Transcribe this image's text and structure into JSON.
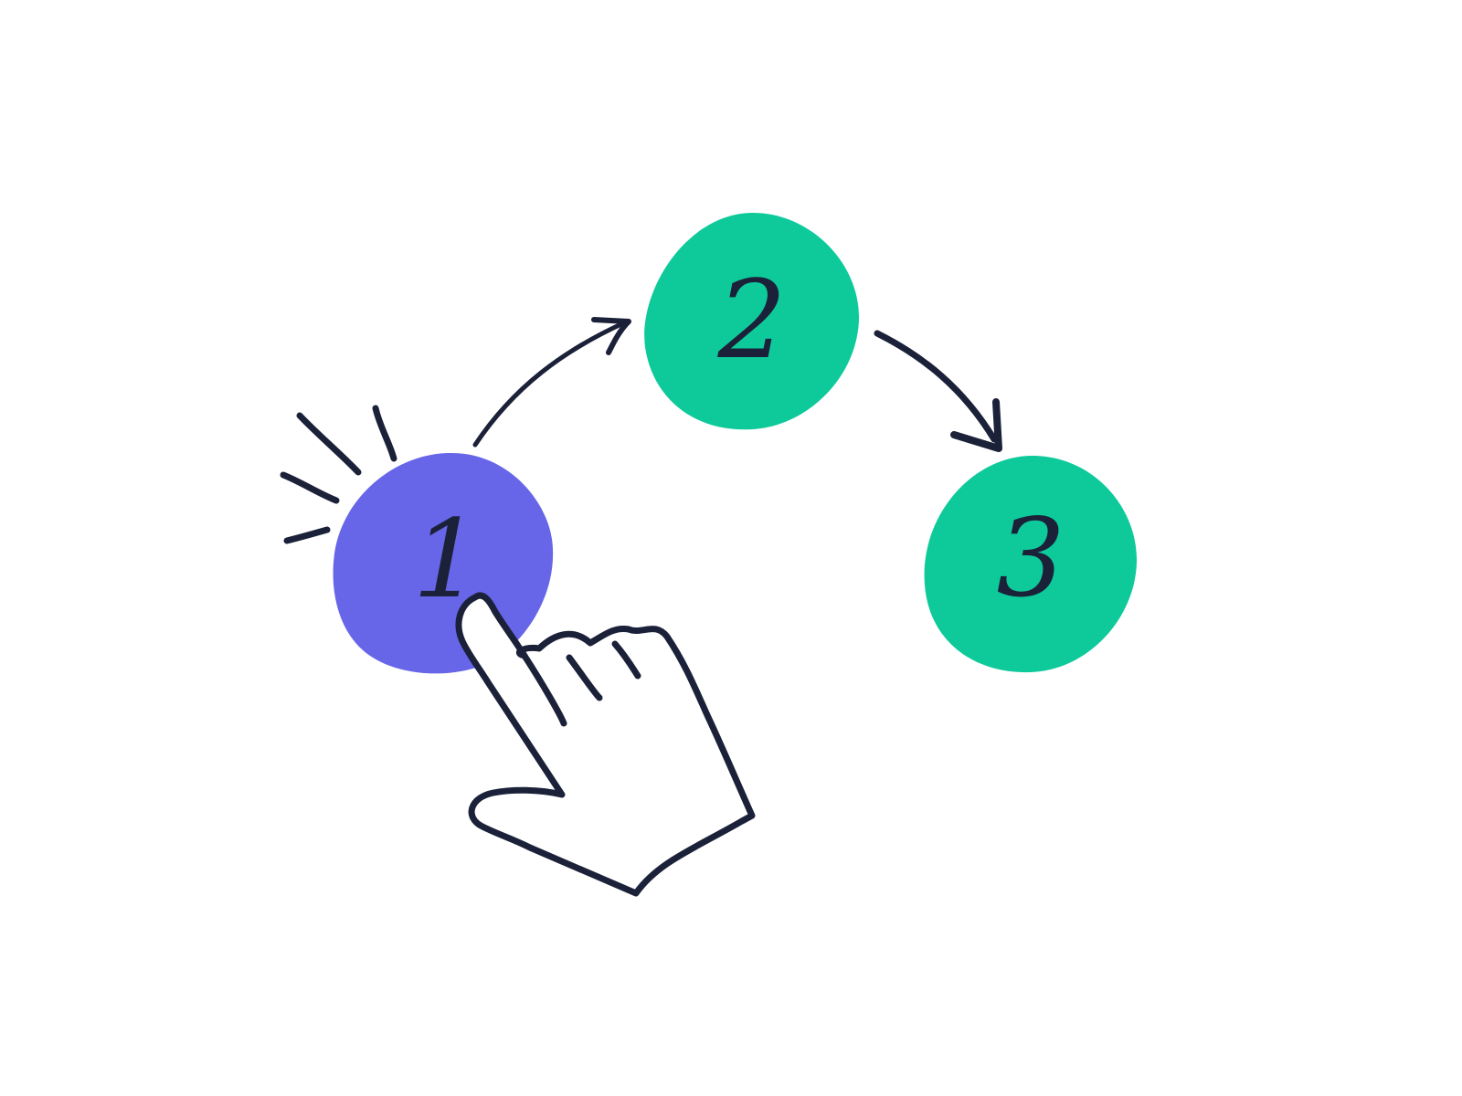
{
  "colors": {
    "active": "#6766E8",
    "inactive": "#0ECA9B",
    "ink": "#1B2138",
    "background": "#FFFFFF"
  },
  "steps": [
    {
      "label": "1",
      "state": "active"
    },
    {
      "label": "2",
      "state": "inactive"
    },
    {
      "label": "3",
      "state": "inactive"
    }
  ],
  "icons": {
    "pointer": "pointing-hand-icon",
    "click_burst": "click-burst-icon",
    "arrow": "curved-arrow-icon"
  }
}
